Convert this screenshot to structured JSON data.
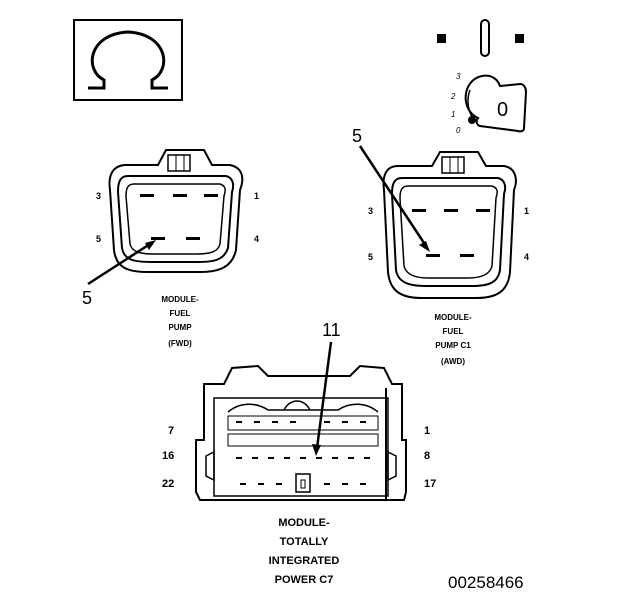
{
  "meter_symbol": {
    "icon": "ohm-icon",
    "glyph": "Ω"
  },
  "ignition": {
    "positions": [
      "3",
      "2",
      "1",
      "0"
    ],
    "key_label": "0"
  },
  "connector_fwd": {
    "pins": {
      "p3": "3",
      "p1": "1",
      "p5": "5",
      "p4": "4"
    },
    "callout": "5",
    "caption": [
      "MODULE-",
      "FUEL",
      "PUMP",
      "(FWD)"
    ]
  },
  "connector_awd": {
    "pins": {
      "p3": "3",
      "p1": "1",
      "p5": "5",
      "p4": "4"
    },
    "callout": "5",
    "caption": [
      "MODULE-",
      "FUEL",
      "PUMP C1",
      "(AWD)"
    ]
  },
  "connector_tipm": {
    "pins": {
      "p7": "7",
      "p1": "1",
      "p16": "16",
      "p8": "8",
      "p22": "22",
      "p17": "17"
    },
    "callout": "11",
    "caption": [
      "MODULE-",
      "TOTALLY",
      "INTEGRATED",
      "POWER C7"
    ]
  },
  "figure_id": "00258466"
}
